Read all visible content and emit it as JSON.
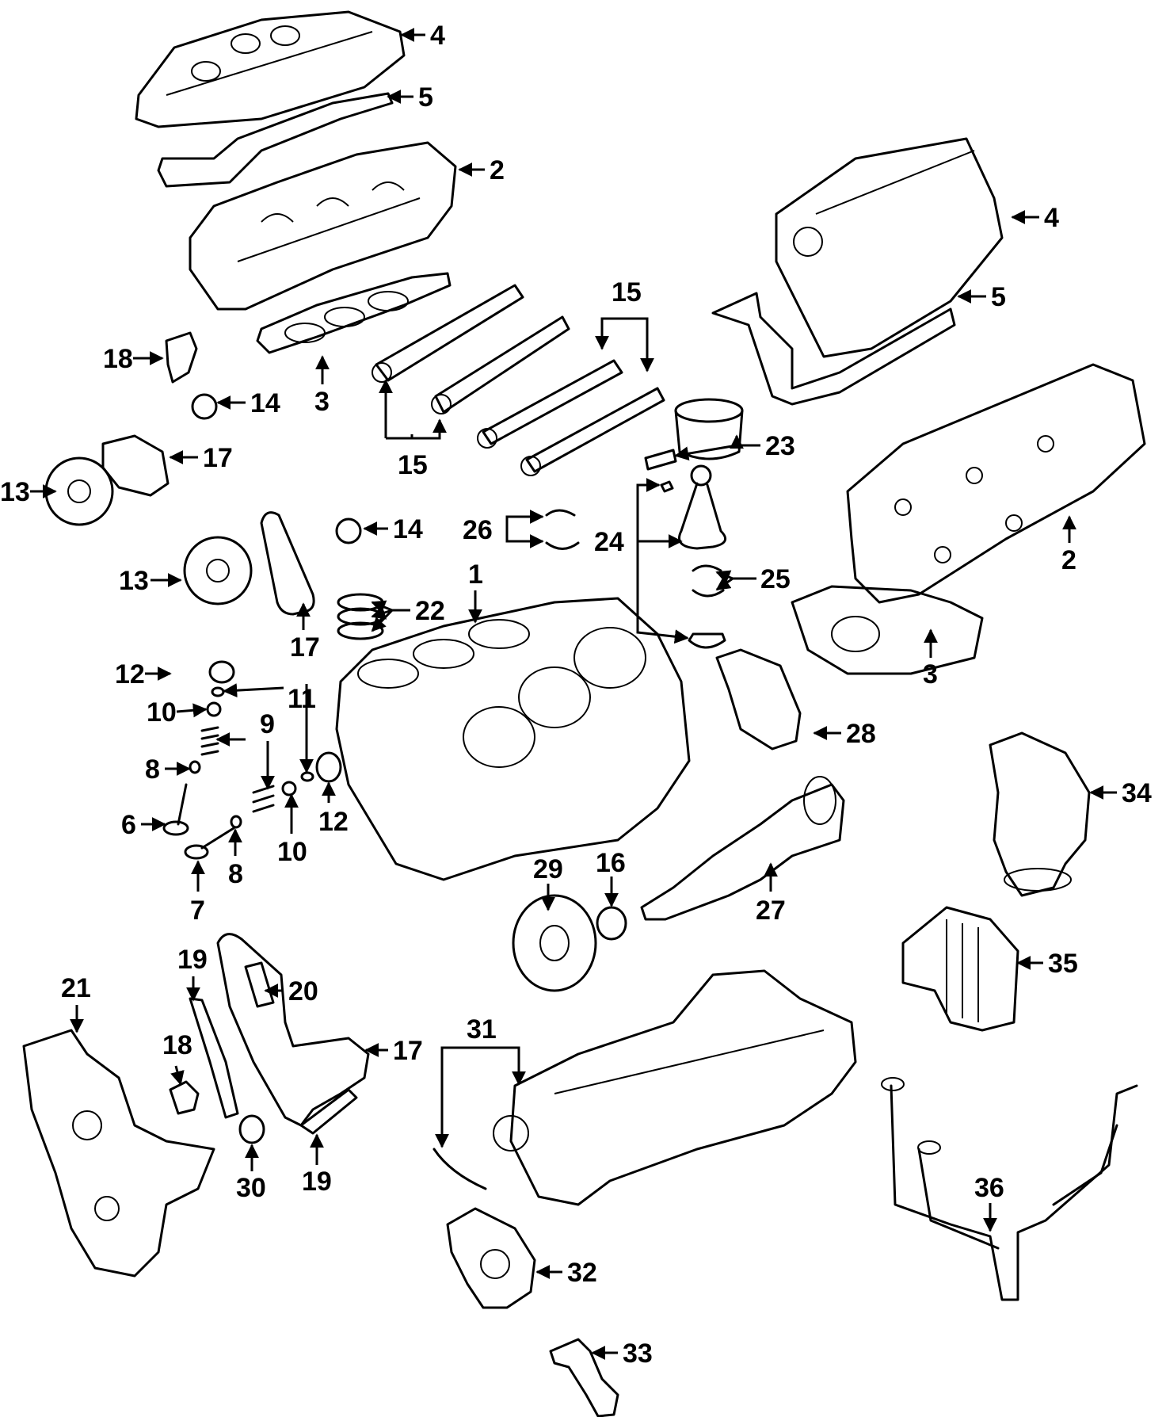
{
  "callouts": {
    "c1": "1",
    "c2a": "2",
    "c2b": "2",
    "c3a": "3",
    "c3b": "3",
    "c4a": "4",
    "c4b": "4",
    "c5a": "5",
    "c5b": "5",
    "c6": "6",
    "c7": "7",
    "c8a": "8",
    "c8b": "8",
    "c9": "9",
    "c10a": "10",
    "c10b": "10",
    "c11": "11",
    "c12a": "12",
    "c12b": "12",
    "c13a": "13",
    "c13b": "13",
    "c14a": "14",
    "c14b": "14",
    "c15a": "15",
    "c15b": "15",
    "c16": "16",
    "c17a": "17",
    "c17b": "17",
    "c17c": "17",
    "c18a": "18",
    "c18b": "18",
    "c19a": "19",
    "c19b": "19",
    "c20": "20",
    "c21": "21",
    "c22": "22",
    "c23": "23",
    "c24": "24",
    "c25": "25",
    "c26": "26",
    "c27": "27",
    "c28": "28",
    "c29": "29",
    "c30": "30",
    "c31": "31",
    "c32": "32",
    "c33": "33",
    "c34": "34",
    "c35": "35",
    "c36": "36"
  }
}
